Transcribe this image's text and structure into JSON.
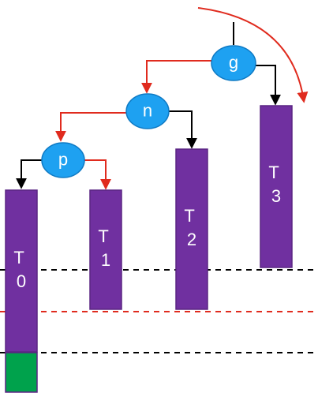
{
  "nodes": {
    "g": {
      "label": "g"
    },
    "n": {
      "label": "n"
    },
    "p": {
      "label": "p"
    }
  },
  "subtrees": {
    "t0": {
      "letter": "T",
      "index": "0"
    },
    "t1": {
      "letter": "T",
      "index": "1"
    },
    "t2": {
      "letter": "T",
      "index": "2"
    },
    "t3": {
      "letter": "T",
      "index": "3"
    }
  },
  "colors": {
    "node_fill": "#1ea1f1",
    "node_stroke": "#0f7ac4",
    "subtree_fill": "#7030a0",
    "subtree_stroke": "#5a2583",
    "leaf_fill": "#00a24c",
    "black_edge": "#000000",
    "red_edge": "#e02b1e",
    "black_level_line": "#000000",
    "red_level_line": "#e02b1e"
  }
}
